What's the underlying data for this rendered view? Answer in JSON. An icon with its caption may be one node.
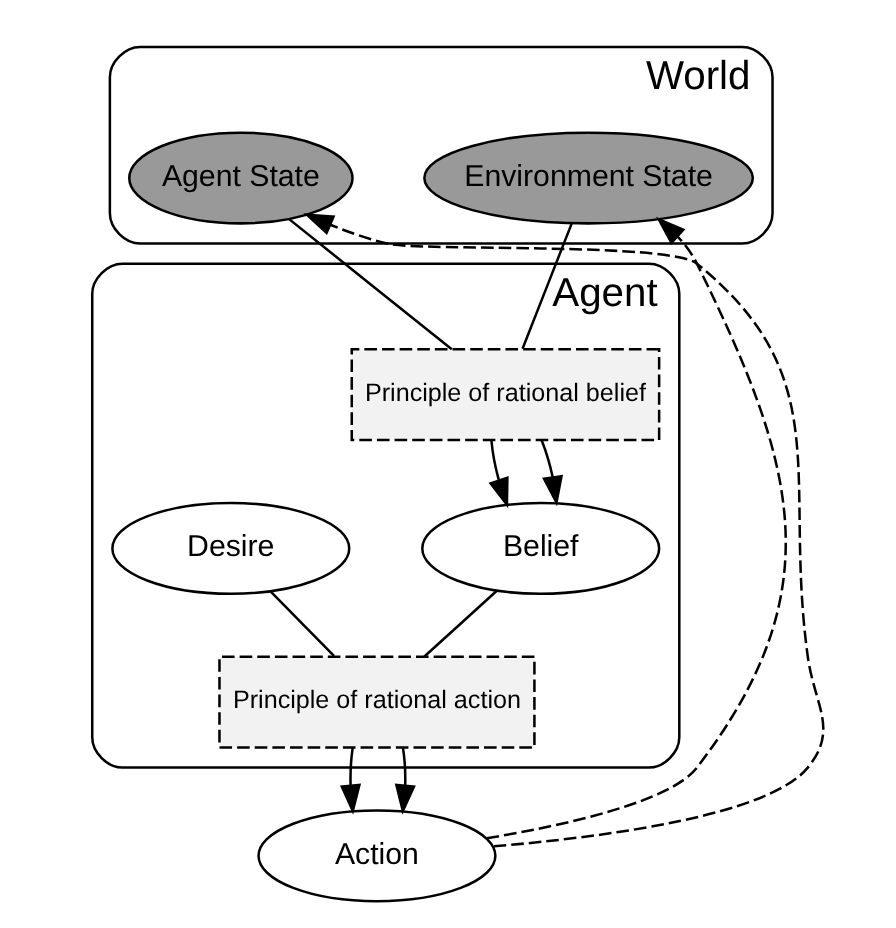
{
  "diagram": {
    "nodes": [
      {
        "text": [
          "World"
        ]
      },
      {
        "text": [
          "Environment State"
        ],
        "in": 0
      },
      {
        "text": [
          "Agent State"
        ],
        "in": 0
      },
      {
        "text": [
          "Agent"
        ]
      },
      {
        "text": [
          "Principle of rational belief"
        ],
        "in": 3
      },
      {
        "text": [
          "Belief"
        ],
        "in": 3
      },
      {
        "text": [
          "Desire"
        ],
        "in": 3
      },
      {
        "text": [
          "Principle of rational action"
        ],
        "in": 3
      },
      {
        "text": [
          "Action"
        ]
      }
    ],
    "edges": [
      {
        "from": 8,
        "to": 1,
        "arrow": "to",
        "style": "dashed"
      },
      {
        "from": 8,
        "to": 2,
        "arrow": "to",
        "style": "dashed"
      },
      {
        "from": 1,
        "to": 4,
        "arrow": "none"
      },
      {
        "from": 2,
        "to": 4,
        "arrow": "none"
      },
      {
        "from": 4,
        "to": 5,
        "arrow": "to"
      },
      {
        "from": 4,
        "to": 5,
        "arrow": "to"
      },
      {
        "from": 5,
        "to": 7,
        "arrow": "none"
      },
      {
        "from": 6,
        "to": 7,
        "arrow": "none"
      },
      {
        "from": 7,
        "to": 8,
        "arrow": "to"
      },
      {
        "from": 7,
        "to": 8,
        "arrow": "to"
      }
    ]
  }
}
